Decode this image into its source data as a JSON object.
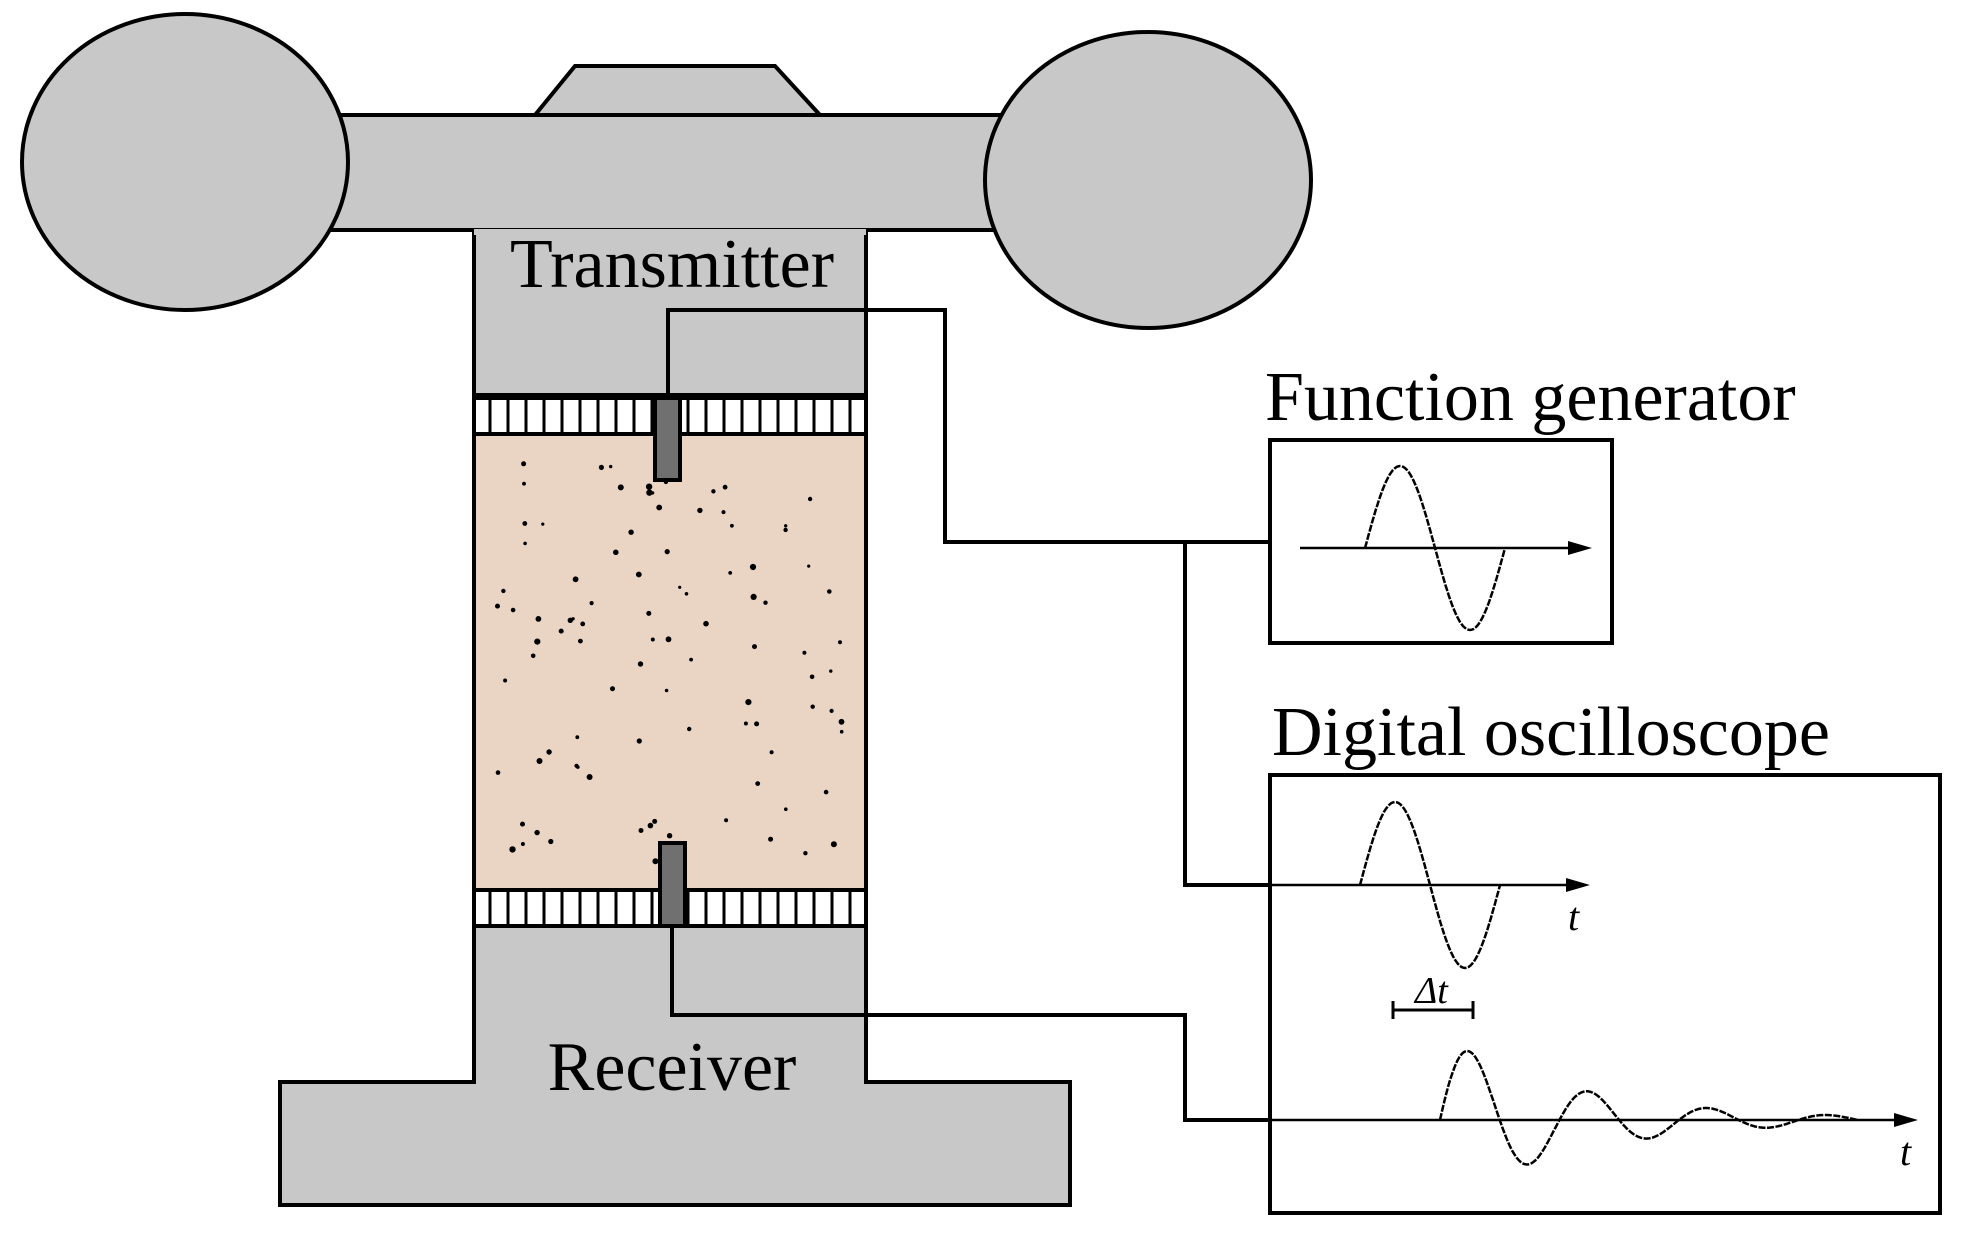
{
  "labels": {
    "transmitter": "Transmitter",
    "receiver": "Receiver",
    "function_generator": "Function generator",
    "digital_oscilloscope": "Digital oscilloscope",
    "time_axis": "t",
    "delta_t": "Δt"
  },
  "colors": {
    "frame_gray": "#c8c8c8",
    "sample_fill": "#ead5c5",
    "element_dark": "#707070",
    "line": "#000000"
  },
  "icons": {
    "transmitter_element": "bender-element",
    "receiver_element": "bender-element",
    "generator_signal": "sine-pulse-icon",
    "received_signal": "damped-wave-icon"
  }
}
